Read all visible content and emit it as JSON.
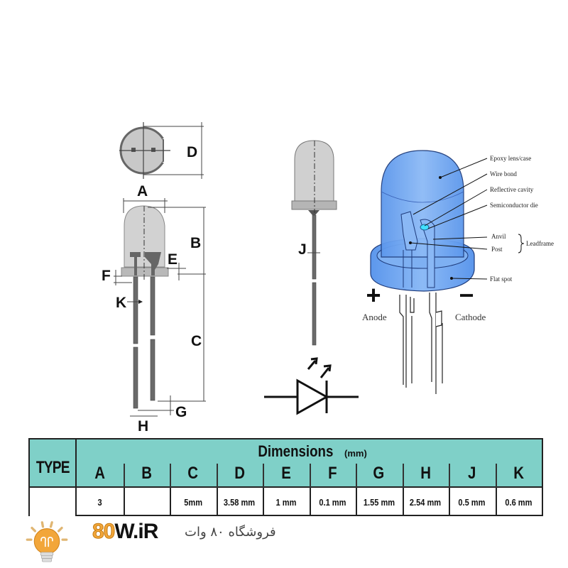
{
  "diagram": {
    "front_view": {
      "labels": {
        "A": "A",
        "B": "B",
        "C": "C",
        "D": "D",
        "E": "E",
        "F": "F",
        "G": "G",
        "H": "H",
        "K": "K"
      }
    },
    "side_view": {
      "labels": {
        "J": "J"
      }
    },
    "cutaway": {
      "callouts": {
        "epoxy": "Epoxy lens/case",
        "wire_bond": "Wire bond",
        "reflective_cavity": "Reflective cavity",
        "semiconductor_die": "Semiconductor die",
        "anvil": "Anvil",
        "post": "Post",
        "leadframe": "Leadframe",
        "flat_spot": "Flat spot"
      },
      "polarity": {
        "plus": "+",
        "minus": "−",
        "anode": "Anode",
        "cathode": "Cathode"
      },
      "lens_color": "#6fa8f0"
    }
  },
  "table": {
    "type_header": "TYPE",
    "title": "Dimensions",
    "unit": "(mm)",
    "columns": [
      "A",
      "B",
      "C",
      "D",
      "E",
      "F",
      "G",
      "H",
      "J",
      "K"
    ],
    "values": [
      "3",
      "",
      "5mm",
      "3.58 mm",
      "1 mm",
      "0.1 mm",
      "1.55 mm",
      "2.54 mm",
      "0.5 mm",
      "0.6 mm"
    ],
    "header_color": "#7fd0c8"
  },
  "watermark": {
    "digits": "80",
    "brand": "W.iR",
    "subtitle": "فروشگاه ۸۰ وات",
    "accent": "#f2a63a"
  }
}
